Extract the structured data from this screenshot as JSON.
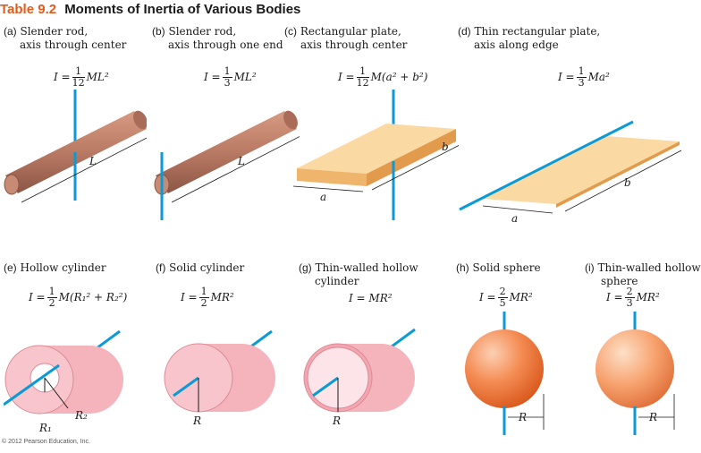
{
  "header": {
    "table_number": "Table 9.2",
    "title": "Moments of Inertia of Various Bodies"
  },
  "panels": [
    {
      "tag": "(a)",
      "line1": "Slender rod,",
      "line2": "axis through center",
      "formula": {
        "lhs": "I =",
        "frac_num": "1",
        "frac_den": "12",
        "rhs": "ML²"
      },
      "labels": [
        "L"
      ]
    },
    {
      "tag": "(b)",
      "line1": "Slender rod,",
      "line2": "axis through one end",
      "formula": {
        "lhs": "I =",
        "frac_num": "1",
        "frac_den": "3",
        "rhs": "ML²"
      },
      "labels": [
        "L"
      ]
    },
    {
      "tag": "(c)",
      "line1": "Rectangular plate,",
      "line2": "axis through center",
      "formula": {
        "lhs": "I =",
        "frac_num": "1",
        "frac_den": "12",
        "rhs": "M(a² + b²)"
      },
      "labels": [
        "a",
        "b"
      ]
    },
    {
      "tag": "(d)",
      "line1": "Thin rectangular plate,",
      "line2": "axis along edge",
      "formula": {
        "lhs": "I =",
        "frac_num": "1",
        "frac_den": "3",
        "rhs": "Ma²"
      },
      "labels": [
        "a",
        "b"
      ]
    },
    {
      "tag": "(e)",
      "line1": "Hollow cylinder",
      "line2": "",
      "formula": {
        "lhs": "I =",
        "frac_num": "1",
        "frac_den": "2",
        "rhs": "M(R₁² + R₂²)"
      },
      "labels": [
        "R₁",
        "R₂"
      ]
    },
    {
      "tag": "(f)",
      "line1": "Solid cylinder",
      "line2": "",
      "formula": {
        "lhs": "I =",
        "frac_num": "1",
        "frac_den": "2",
        "rhs": "MR²"
      },
      "labels": [
        "R"
      ]
    },
    {
      "tag": "(g)",
      "line1": "Thin-walled hollow",
      "line2": "cylinder",
      "formula": {
        "lhs": "I = MR²",
        "frac_num": "",
        "frac_den": "",
        "rhs": ""
      },
      "labels": [
        "R"
      ]
    },
    {
      "tag": "(h)",
      "line1": "Solid sphere",
      "line2": "",
      "formula": {
        "lhs": "I =",
        "frac_num": "2",
        "frac_den": "5",
        "rhs": "MR²"
      },
      "labels": [
        "R"
      ]
    },
    {
      "tag": "(i)",
      "line1": "Thin-walled hollow",
      "line2": "sphere",
      "formula": {
        "lhs": "I =",
        "frac_num": "2",
        "frac_den": "3",
        "rhs": "MR²"
      },
      "labels": [
        "R"
      ]
    }
  ],
  "copyright": "© 2012 Pearson Education, Inc.",
  "colors": {
    "axis": "#0a9ad6",
    "rod": "#b97a64",
    "plate": "#f6c98c",
    "cylinder": "#f4a6b0",
    "sphere": "#f07a3a",
    "title_accent": "#e35b1c"
  }
}
